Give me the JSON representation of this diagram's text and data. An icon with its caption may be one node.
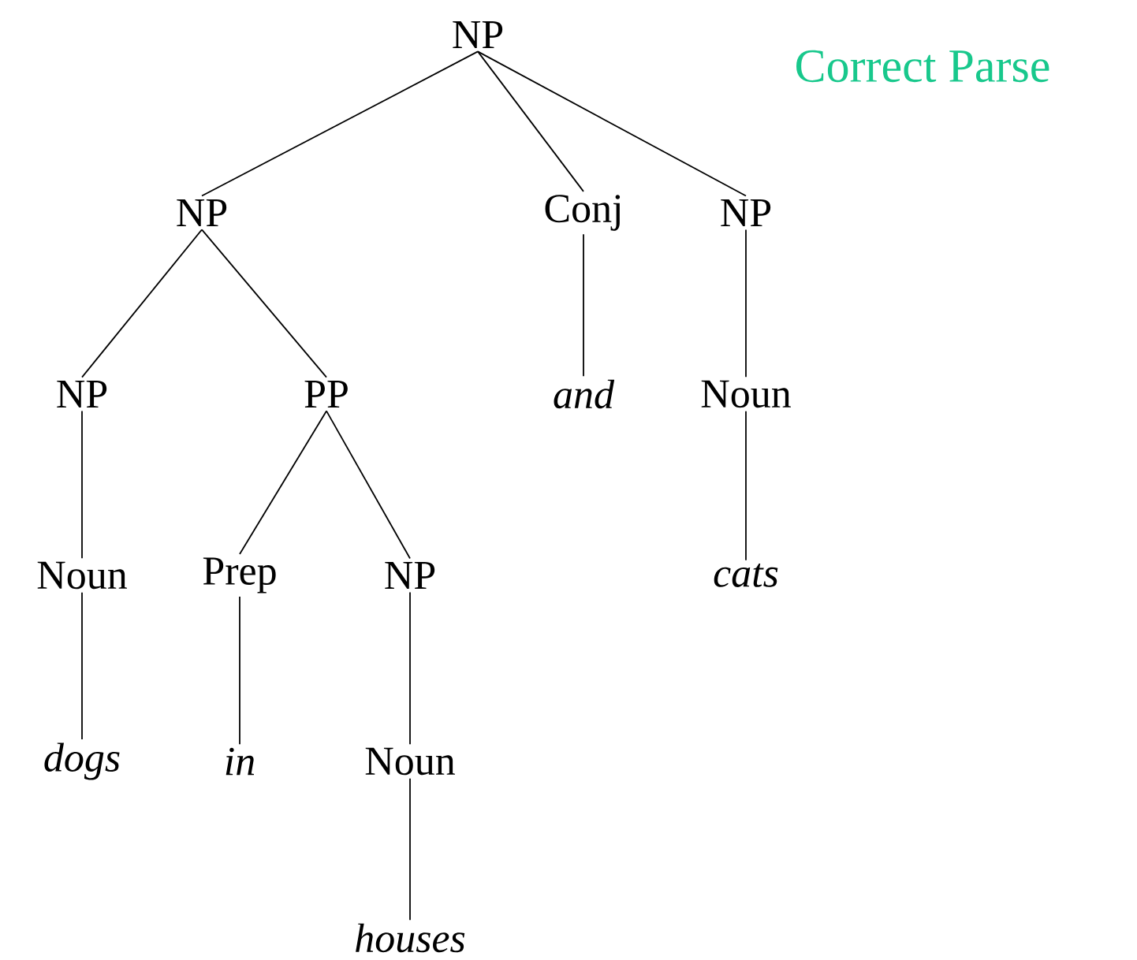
{
  "diagram": {
    "title": "Correct Parse",
    "nodes": [
      {
        "text": [
          "NP"
        ]
      },
      {
        "text": [
          "NP"
        ]
      },
      {
        "text": [
          "Conj"
        ]
      },
      {
        "text": [
          "NP"
        ]
      },
      {
        "text": [
          "NP"
        ]
      },
      {
        "text": [
          "PP"
        ]
      },
      {
        "text": [
          "and"
        ]
      },
      {
        "text": [
          "Noun"
        ]
      },
      {
        "text": [
          "Noun"
        ]
      },
      {
        "text": [
          "Prep"
        ]
      },
      {
        "text": [
          "NP"
        ]
      },
      {
        "text": [
          "cats"
        ]
      },
      {
        "text": [
          "dogs"
        ]
      },
      {
        "text": [
          "in"
        ]
      },
      {
        "text": [
          "Noun"
        ]
      },
      {
        "text": [
          "houses"
        ]
      }
    ],
    "edges": [
      {
        "from": 0,
        "to": 1,
        "arrow": "none"
      },
      {
        "from": 0,
        "to": 2,
        "arrow": "none"
      },
      {
        "from": 0,
        "to": 3,
        "arrow": "none"
      },
      {
        "from": 1,
        "to": 4,
        "arrow": "none"
      },
      {
        "from": 1,
        "to": 5,
        "arrow": "none"
      },
      {
        "from": 2,
        "to": 6,
        "arrow": "none"
      },
      {
        "from": 3,
        "to": 7,
        "arrow": "none"
      },
      {
        "from": 4,
        "to": 8,
        "arrow": "none"
      },
      {
        "from": 5,
        "to": 9,
        "arrow": "none"
      },
      {
        "from": 5,
        "to": 10,
        "arrow": "none"
      },
      {
        "from": 7,
        "to": 11,
        "arrow": "none"
      },
      {
        "from": 8,
        "to": 12,
        "arrow": "none"
      },
      {
        "from": 9,
        "to": 13,
        "arrow": "none"
      },
      {
        "from": 10,
        "to": 14,
        "arrow": "none"
      },
      {
        "from": 14,
        "to": 15,
        "arrow": "none"
      }
    ]
  }
}
